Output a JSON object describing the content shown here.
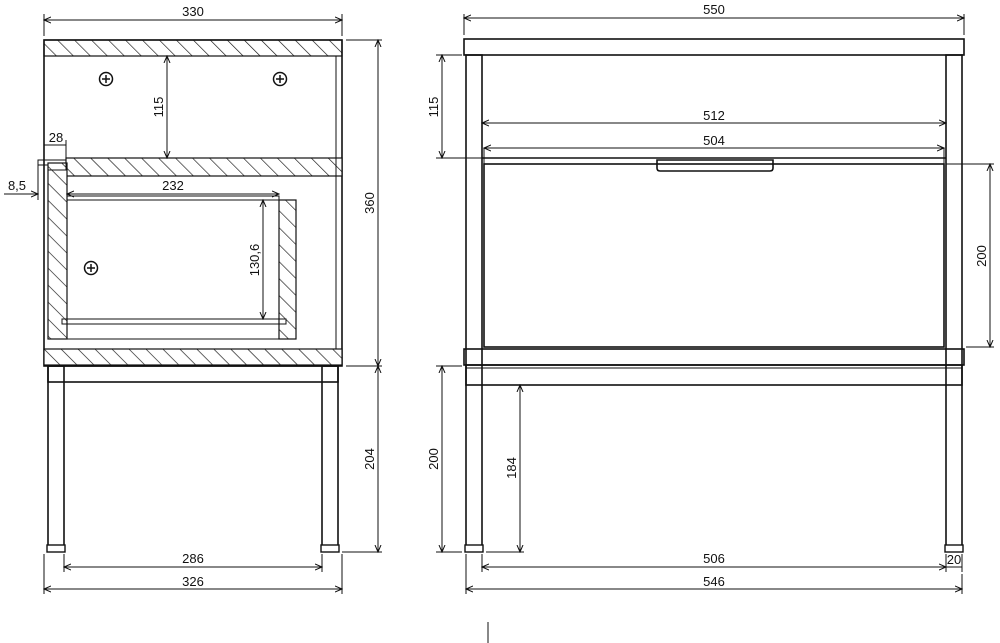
{
  "side_view": {
    "dims": {
      "overall_width": "330",
      "overall_height": "360",
      "top_space": "115",
      "back_offset": "28",
      "front_offset": "8,5",
      "drawer_depth": "232",
      "drawer_height": "130,6",
      "leg_height": "204",
      "leg_inner": "286",
      "leg_outer": "326"
    }
  },
  "front_view": {
    "dims": {
      "overall_width": "550",
      "top_space": "115",
      "inner_width": "512",
      "drawer_width": "504",
      "drawer_height": "200",
      "leg_height": "200",
      "leg_clear": "184",
      "leg_inner": "506",
      "leg_foot": "20",
      "leg_outer": "546"
    }
  }
}
